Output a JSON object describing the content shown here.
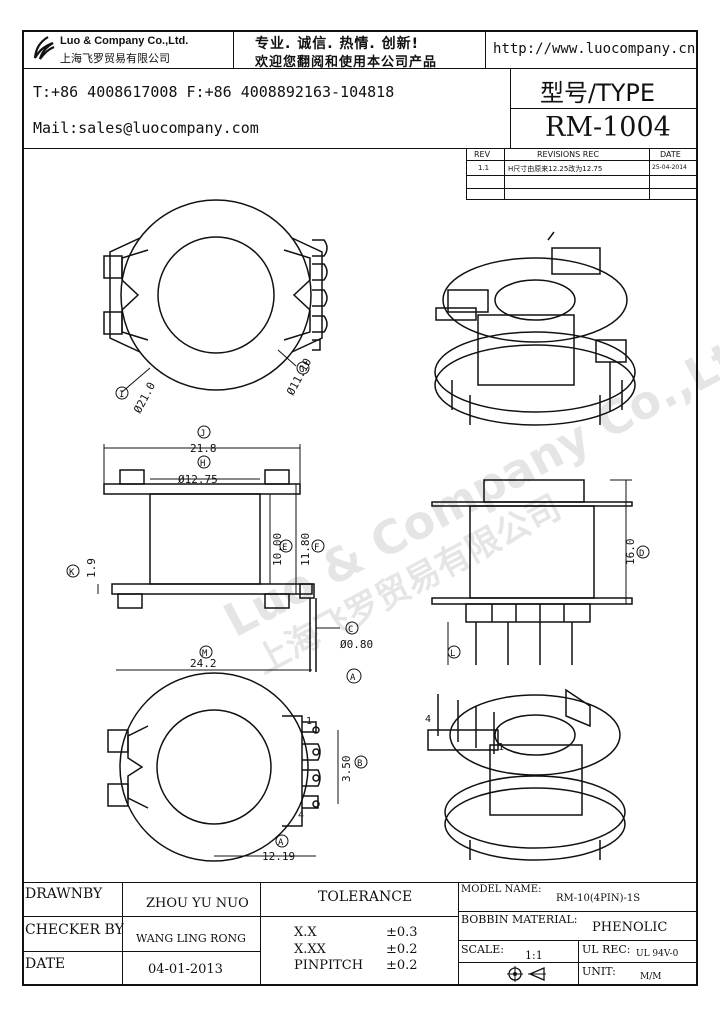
{
  "header": {
    "company_en": "Luo & Company Co.,Ltd.",
    "company_cn": "上海飞罗贸易有限公司",
    "slogan_line1": "专业. 诚信. 热情. 创新!",
    "slogan_line2": "欢迎您翻阅和使用本公司产品",
    "website": "http://www.luocompany.cn",
    "phone_fax": "T:+86 4008617008 F:+86 4008892163-104818",
    "mail": "Mail:sales@luocompany.com",
    "type_label": "型号/TYPE",
    "type_value": "RM-1004"
  },
  "revisions": {
    "headers": [
      "REV",
      "REVISIONS REC",
      "DATE"
    ],
    "rows": [
      {
        "rev": "1.1",
        "rec": "H尺寸由原来12.25改为12.75",
        "date": "25-04-2014"
      }
    ]
  },
  "watermark": {
    "line1": "Luo & Company Co.,Ltd.",
    "line2": "上海飞罗贸易有限公司"
  },
  "drawing": {
    "top_view": {
      "dia_outer": "Ø21.0",
      "dia_inner": "Ø11.10",
      "label_i": "I",
      "label_g": "G"
    },
    "side_view": {
      "width": "21.8",
      "inner_dia": "Ø12.75",
      "height_e": "10.00",
      "height_f": "11.80",
      "flange": "1.9",
      "pin_dia": "Ø0.80",
      "label_j": "J",
      "label_h": "H",
      "label_e": "E",
      "label_f": "F",
      "label_k": "K",
      "label_c": "C"
    },
    "front_view": {
      "height_d": "16.0",
      "label_d": "D",
      "label_l": "L"
    },
    "bottom_view": {
      "width_m": "24.2",
      "pitch_b": "3.50",
      "width_a": "12.19",
      "pin1": "1",
      "pin4": "4",
      "label_m": "M",
      "label_a": "A",
      "label_b": "B"
    },
    "iso_bottom": {
      "pin4": "4",
      "pin1": "1"
    }
  },
  "titleblock": {
    "drawnby_label": "DRAWNBY",
    "drawnby_value": "ZHOU YU NUO",
    "checker_label": "CHECKER BY",
    "checker_value": "WANG LING RONG",
    "date_label": "DATE",
    "date_value": "04-01-2013",
    "tolerance_label": "TOLERANCE",
    "tol_rows": [
      {
        "k": "X.X",
        "v": "±0.3"
      },
      {
        "k": "X.XX",
        "v": "±0.2"
      },
      {
        "k": "PINPITCH",
        "v": "±0.2"
      }
    ],
    "model_label": "MODEL NAME:",
    "model_value": "RM-10(4PIN)-1S",
    "bobbin_label": "BOBBIN MATERIAL:",
    "bobbin_value": "PHENOLIC",
    "scale_label": "SCALE:",
    "scale_value": "1:1",
    "ulrec_label": "UL REC:",
    "ulrec_value": "UL 94V-0",
    "unit_label": "UNIT:",
    "unit_value": "M/M"
  }
}
